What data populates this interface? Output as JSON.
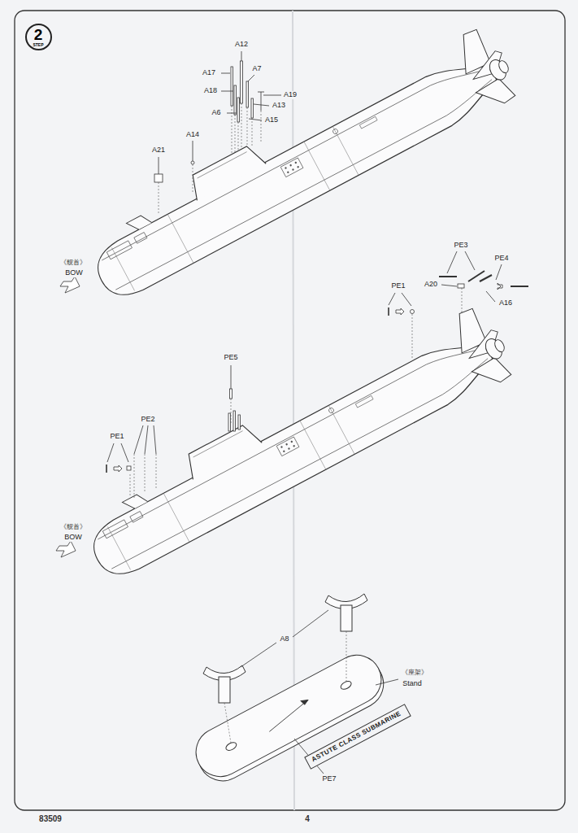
{
  "diagram": {
    "nodes": [
      {
        "text": [
          "2",
          "STEP"
        ]
      },
      {
        "text": [
          "ASTUTE CLASS SUBMARINE"
        ]
      }
    ],
    "labels": [
      "A12",
      "A17",
      "A7",
      "A18",
      "A19",
      "A6",
      "A13",
      "A15",
      "A14",
      "A21",
      "《舰首》",
      "BOW",
      "PE3",
      "PE4",
      "A20",
      "PE1",
      "A16",
      "PE5",
      "PE2",
      "PE1",
      "《舰首》",
      "BOW",
      "A8",
      "《座架》",
      "Stand",
      "PE7",
      "83509",
      "4"
    ]
  }
}
